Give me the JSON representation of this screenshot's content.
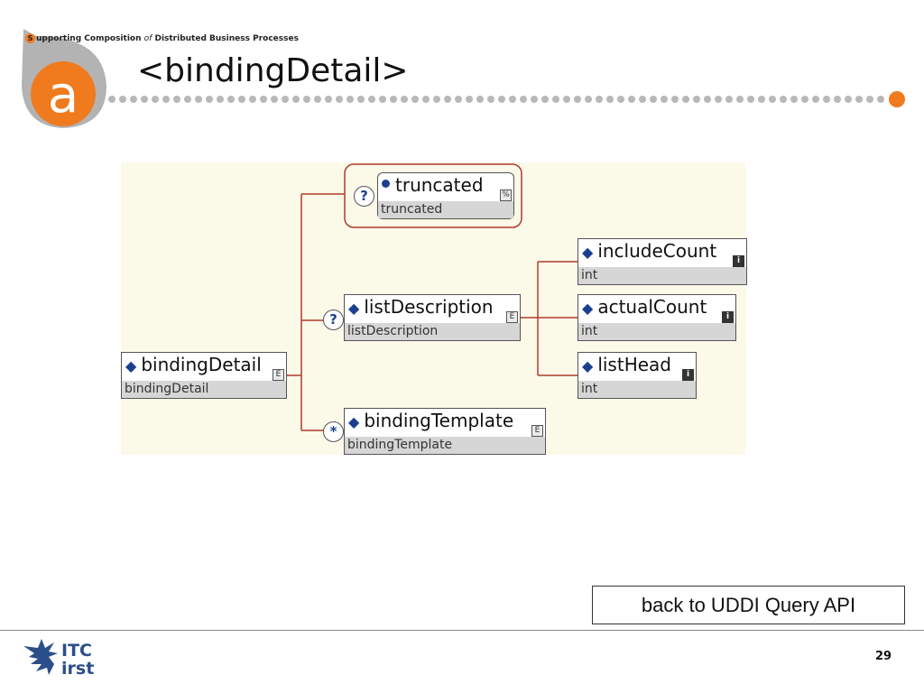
{
  "header": {
    "s_letter": "S",
    "tagline_part1": "upporting  Composition",
    "tagline_of": "of",
    "tagline_part2": "Distributed  Business  Processes",
    "logo_letter": "a"
  },
  "title": "<bindingDetail>",
  "diagram": {
    "root": {
      "name": "bindingDetail",
      "type": "bindingDetail",
      "badge": "E"
    },
    "children": [
      {
        "name": "truncated",
        "type": "truncated",
        "occurrence": "?",
        "badge": "%"
      },
      {
        "name": "listDescription",
        "type": "listDescription",
        "occurrence": "?",
        "badge": "E"
      },
      {
        "name": "bindingTemplate",
        "type": "bindingTemplate",
        "occurrence": "*",
        "badge": "E"
      }
    ],
    "listDescription_children": [
      {
        "name": "includeCount",
        "type": "int",
        "badge": "i"
      },
      {
        "name": "actualCount",
        "type": "int",
        "badge": "i"
      },
      {
        "name": "listHead",
        "type": "int",
        "badge": "i"
      }
    ]
  },
  "back_link": "back to UDDI Query API",
  "footer": {
    "logo_top": "ITC",
    "logo_bottom": "irst",
    "page_number": "29"
  },
  "colors": {
    "accent_orange": "#f07a1e",
    "dots_grey": "#b8b8b8",
    "connector_red": "#b03a2e",
    "diagram_bg": "#fbf9e8"
  }
}
